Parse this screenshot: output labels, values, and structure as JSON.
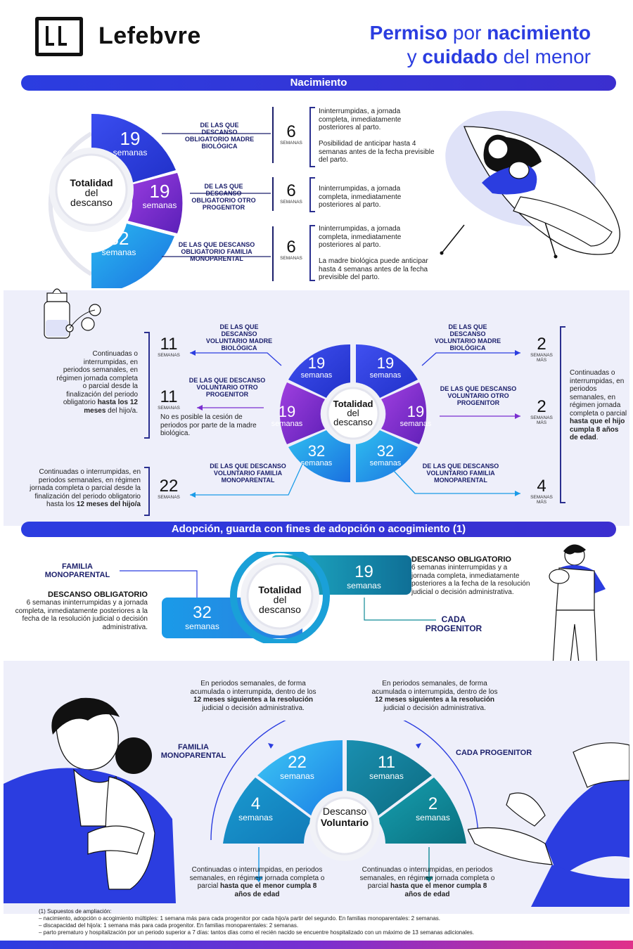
{
  "header": {
    "brand": "Lefebvre",
    "title_l1_b1": "Permiso",
    "title_l1_r": " por ",
    "title_l1_b2": "nacimiento",
    "title_l2_r1": "y ",
    "title_l2_b": "cuidado",
    "title_l2_r2": " del menor"
  },
  "colors": {
    "blue": "#2b3de0",
    "purple": "#7a2fd0",
    "cyan": "#1a9be8",
    "teal": "#0f8a96",
    "navy": "#1b1f6b",
    "panel": "#eeeffa"
  },
  "sec1": {
    "band": "Nacimiento",
    "center_l1": "Totalidad",
    "center_l2": "del",
    "center_l3": "descanso",
    "seg1_num": "19",
    "seg1_unit": "semanas",
    "seg2_num": "19",
    "seg2_unit": "semanas",
    "seg3_num": "32",
    "seg3_unit": "semanas",
    "lab1": "DE LAS QUE DESCANSO OBLIGATORIO MADRE BIOLÓGICA",
    "lab2": "DE LAS QUE DESCANSO OBLIGATORIO OTRO PROGENITOR",
    "lab3": "DE LAS QUE DESCANSO OBLIGATORIO FAMILIA MONOPARENTAL",
    "n1": "6",
    "n2": "6",
    "n3": "6",
    "u1": "SEMANAS",
    "u2": "SEMANAS",
    "u3": "SEMANAS",
    "d1a": "Ininterrumpidas, a jornada completa, inmediatamente posteriores al parto.",
    "d1b": "Posibilidad de anticipar hasta 4 semanas antes de la fecha previsible del parto.",
    "d2": "Ininterrumpidas, a jornada completa, inmediatamente posteriores al parto.",
    "d3a": "Ininterrumpidas, a jornada completa, inmediatamente posteriores al parto.",
    "d3b": "La madre biológica puede anticipar hasta 4 semanas antes de la fecha previsible del parto."
  },
  "sec2": {
    "center_l1": "Totalidad",
    "center_l2": "del",
    "center_l3": "descanso",
    "seg_unit": "semanas",
    "s19a": "19",
    "s19b": "19",
    "s19c": "19",
    "s19d": "19",
    "s32a": "32",
    "s32b": "32",
    "lab_l1": "DE LAS QUE DESCANSO VOLUNTARIO MADRE BIOLÓGICA",
    "lab_l2": "DE LAS QUE DESCANSO VOLUNTARIO OTRO PROGENITOR",
    "lab_l3": "DE LAS QUE DESCANSO VOLUNTARIO FAMILIA MONOPARENTAL",
    "lab_r1": "DE LAS QUE DESCANSO VOLUNTARIO MADRE BIOLÓGICA",
    "lab_r2": "DE LAS QUE DESCANSO VOLUNTARIO OTRO PROGENITOR",
    "lab_r3": "DE LAS QUE DESCANSO VOLUNTARIO FAMILIA MONOPARENTAL",
    "nl1": "11",
    "nl2": "11",
    "nl3": "22",
    "ul": "SEMANAS",
    "nr1": "2",
    "nr2": "2",
    "nr3": "4",
    "ur": "SEMANAS MÁS",
    "left_desc_pre": "Continuadas o interrumpidas, en periodos semanales, en régimen jornada completa o parcial desde la finalización del periodo obligatorio ",
    "left_desc_b": "hasta los 12 meses",
    "left_desc_post": " del hijo/a.",
    "no_cesion": "No es posible la cesión de periodos por parte de la madre biológica.",
    "left2_pre": "Continuadas o interrumpidas, en periodos semanales, en régimen jornada completa o parcial desde la finalización del periodo obligatorio hasta los ",
    "left2_b": "12 meses del hijo/a",
    "right_pre": "Continuadas o interrumpidas, en periodos semanales, en régimen jornada completa o parcial ",
    "right_b": "hasta que el hijo cumpla 8 años de edad",
    "right_post": "."
  },
  "sec3": {
    "band": "Adopción, guarda con fines de adopción o acogimiento (1)",
    "center_l1": "Totalidad",
    "center_l2": "del",
    "center_l3": "descanso",
    "n19": "19",
    "n32": "32",
    "unit": "semanas",
    "familia": "FAMILIA MONOPARENTAL",
    "cada": "CADA PROGENITOR",
    "do_title_r": "DESCANSO OBLIGATORIO",
    "do_text_r": "6 semanas ininterrumpidas y a jornada completa, inmediatamente posteriores a la fecha de la resolución judicial o decisión administrativa.",
    "do_title_l": "DESCANSO OBLIGATORIO",
    "do_text_l": "6 semanas ininterrumpidas y a jornada completa, inmediatamente posteriores a la fecha de la resolución judicial o decisión administrativa."
  },
  "sec4": {
    "top_l_pre": "En periodos semanales, de forma acumulada o interrumpida, dentro de los ",
    "top_l_b": "12 meses siguientes a la resolución",
    "top_l_post": " judicial o decisión administrativa.",
    "top_r_pre": "En periodos semanales, de forma acumulada o interrumpida, dentro de los ",
    "top_r_b": "12 meses siguientes a la resolución",
    "top_r_post": " judicial o decisión administrativa.",
    "familia": "FAMILIA MONOPARENTAL",
    "cada": "CADA PROGENITOR",
    "n22": "22",
    "n11": "11",
    "n4": "4",
    "n2": "2",
    "unit": "semanas",
    "center_l1": "Descanso",
    "center_l2": "Voluntario",
    "bot_l_pre": "Continuadas o interrumpidas, en periodos semanales, en régimen jornada completa o parcial ",
    "bot_l_b": "hasta que el menor cumpla 8 años de edad",
    "bot_r_pre": "Continuadas o interrumpidas, en periodos semanales, en régimen jornada completa o parcial ",
    "bot_r_b": "hasta que el menor cumpla 8 años de edad"
  },
  "footnote": {
    "l1": "(1) Supuestos de ampliación:",
    "l2": "– nacimiento, adopción o acogimiento múltiples: 1 semana más para cada progenitor por cada hijo/a partir del segundo. En familias monoparentales: 2 semanas.",
    "l3": "– discapacidad del hijo/a: 1 semana más para cada progenitor. En familias monoparentales: 2 semanas.",
    "l4": "– parto prematuro y hospitalización por un periodo superior a 7 días: tantos días como el recién nacido se encuentre hospitalizado con un máximo de 13 semanas adicionales."
  }
}
